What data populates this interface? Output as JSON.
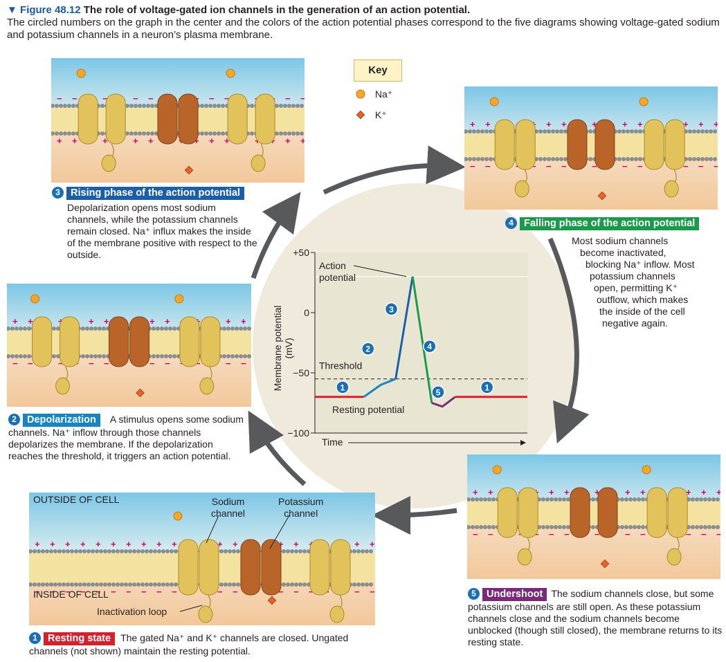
{
  "figure": {
    "marker": "▼",
    "number": "Figure 48.12",
    "title": "The role of voltage-gated ion channels in the generation of an action potential.",
    "description": "The circled numbers on the graph in the center and the colors of the action potential phases correspond to the five diagrams showing voltage-gated sodium and potassium channels in a neuron’s plasma membrane."
  },
  "key": {
    "title": "Key",
    "na": "Na⁺",
    "k": "K⁺"
  },
  "colors": {
    "resting": "#d5202e",
    "depolarization": "#1585c4",
    "rising": "#1a5fa8",
    "falling": "#1a9b4b",
    "undershoot": "#7b2a7a",
    "numbered_circle": "#1a6fb5"
  },
  "phases": {
    "p1": {
      "num": "1",
      "label": "Resting state",
      "text": "The gated Na⁺ and K⁺ channels are closed. Ungated channels (not shown) maintain the resting potential."
    },
    "p2": {
      "num": "2",
      "label": "Depolarization",
      "text": "A stimulus opens some sodium channels. Na⁺ inflow through those channels depolarizes the membrane. If the depolarization reaches the threshold, it triggers an action potential."
    },
    "p3": {
      "num": "3",
      "label": "Rising phase of the action potential",
      "text": "Depolarization opens most sodium channels, while the potassium channels remain closed. Na⁺ influx makes the inside of the membrane positive with respect to the outside."
    },
    "p4": {
      "num": "4",
      "label": "Falling phase of the action potential",
      "lines": [
        "Most sodium channels",
        "become inactivated,",
        "blocking Na⁺ inflow. Most",
        "potassium channels",
        "open, permitting K⁺",
        "outflow, which makes",
        "the inside of the cell",
        "negative again."
      ]
    },
    "p5": {
      "num": "5",
      "label": "Undershoot",
      "text": "The sodium channels close, but some potassium channels are still open. As these potassium channels close and the sodium channels become unblocked (though still closed), the membrane returns to its resting state."
    }
  },
  "resting_panel_labels": {
    "outside": "OUTSIDE OF CELL",
    "inside": "INSIDE OF CELL",
    "sodium_channel": [
      "Sodium",
      "channel"
    ],
    "potassium_channel": [
      "Potassium",
      "channel"
    ],
    "inactivation_loop": "Inactivation loop"
  },
  "membrane_signs": {
    "plus": "+",
    "minus": "−"
  },
  "chart_data": {
    "type": "line",
    "ylabel": [
      "Membrane potential",
      "(mV)"
    ],
    "xlabel": "Time",
    "yticks": [
      "+50",
      "0",
      "−50",
      "−100"
    ],
    "ylim": [
      -100,
      50
    ],
    "threshold_label": "Threshold",
    "threshold_value": -55,
    "resting_label": "Resting potential",
    "resting_value": -70,
    "action_label": [
      "Action",
      "potential"
    ],
    "peak_value": 30,
    "series": [
      {
        "phase": "1",
        "color": "resting",
        "x": [
          0,
          0.23
        ],
        "y": [
          -70,
          -70
        ]
      },
      {
        "phase": "2",
        "color": "depolarization",
        "x": [
          0.23,
          0.31,
          0.38
        ],
        "y": [
          -70,
          -60,
          -55
        ]
      },
      {
        "phase": "3",
        "color": "rising",
        "x": [
          0.38,
          0.46
        ],
        "y": [
          -55,
          30
        ]
      },
      {
        "phase": "4",
        "color": "falling",
        "x": [
          0.46,
          0.55
        ],
        "y": [
          30,
          -75
        ]
      },
      {
        "phase": "5",
        "color": "undershoot",
        "x": [
          0.55,
          0.6,
          0.66
        ],
        "y": [
          -75,
          -78,
          -70
        ]
      },
      {
        "phase": "1",
        "color": "resting",
        "x": [
          0.66,
          1
        ],
        "y": [
          -70,
          -70
        ]
      }
    ],
    "phase_markers": [
      "1",
      "2",
      "3",
      "4",
      "5",
      "1"
    ]
  }
}
